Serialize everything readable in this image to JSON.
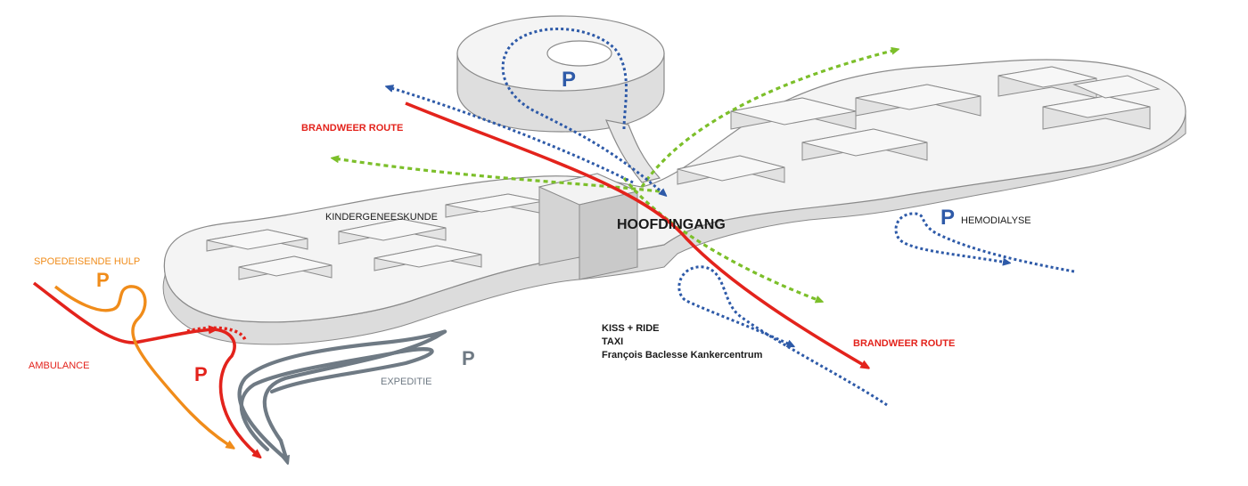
{
  "colors": {
    "red": "#e3231c",
    "orange": "#f08c1a",
    "grey": "#6f7a84",
    "blue": "#2e5aa8",
    "green": "#7cbf2a",
    "building": "#f3f3f3",
    "building_side": "#d9d9d9"
  },
  "labels": {
    "brandweer_route_top": "BRANDWEER ROUTE",
    "brandweer_route_bottom": "BRANDWEER ROUTE",
    "kindergeneeskunde": "KINDERGENEESKUNDE",
    "hoofdingang": "HOOFDINGANG",
    "hemodialyse": "HEMODIALYSE",
    "spoedeisende_hulp": "SPOEDEISENDE HULP",
    "ambulance": "AMBULANCE",
    "expeditie": "EXPEDITIE",
    "kiss_ride": "KISS + RIDE",
    "taxi": "TAXI",
    "kankercentrum": "François Baclesse Kankercentrum"
  },
  "parking": {
    "garage": "P",
    "hemodialyse": "P",
    "spoed": "P",
    "ambulance": "P",
    "expeditie": "P"
  }
}
